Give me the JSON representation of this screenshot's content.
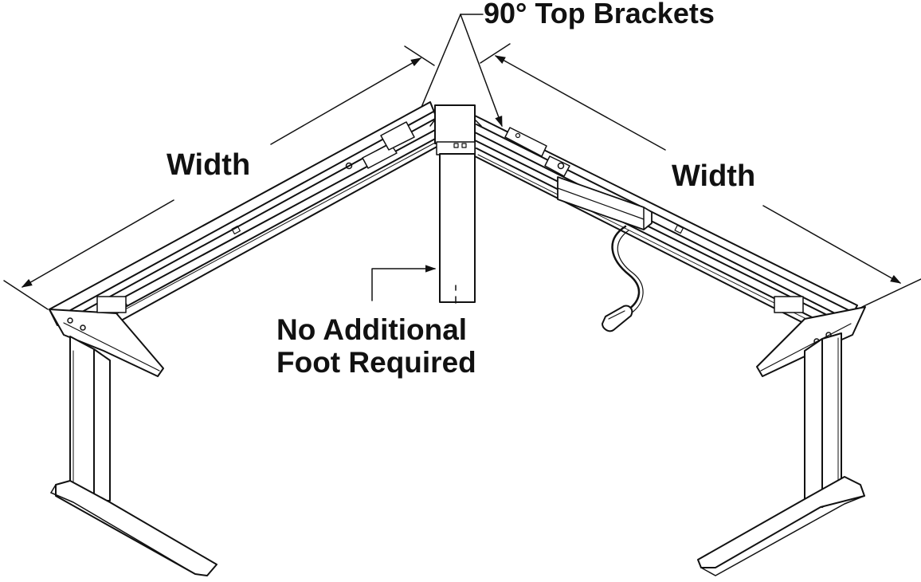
{
  "labels": {
    "top_brackets": "90° Top Brackets",
    "width_left": "Width",
    "width_right": "Width",
    "note_line1": "No Additional",
    "note_line2": "Foot Required"
  },
  "colors": {
    "ink": "#111111",
    "background": "#ffffff",
    "fill": "#ffffff"
  }
}
